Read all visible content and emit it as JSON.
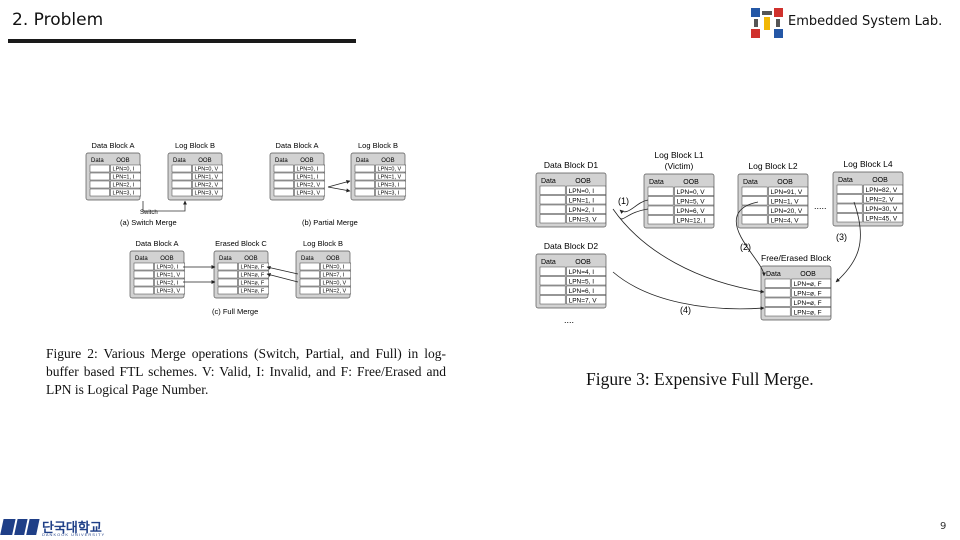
{
  "header": {
    "title": "2. Problem",
    "lab_name": "Embedded System Lab."
  },
  "figure2": {
    "caption_prefix": "Figure 2:",
    "caption_text": "Figure 2: Various Merge operations (Switch, Partial, and Full) in log-buffer based FTL schemes. V: Valid, I: Invalid, and F: Free/Erased and LPN is Logical Page Number.",
    "cols": {
      "data": "Data",
      "oob": "OOB"
    },
    "switch_merge": {
      "caption": "(a) Switch Merge",
      "arrow_label": "Switch",
      "block_a": {
        "title": "Data Block A",
        "rows": [
          "LPN=0, I",
          "LPN=1, I",
          "LPN=2, I",
          "LPN=3, I"
        ]
      },
      "block_b": {
        "title": "Log Block B",
        "rows": [
          "LPN=0, V",
          "LPN=1, V",
          "LPN=2, V",
          "LPN=3, V"
        ]
      }
    },
    "partial_merge": {
      "caption": "(b) Partial Merge",
      "block_a": {
        "title": "Data Block A",
        "rows": [
          "LPN=0, I",
          "LPN=1, I",
          "LPN=2, V",
          "LPN=3, V"
        ]
      },
      "block_b": {
        "title": "Log Block B",
        "rows": [
          "LPN=0, V",
          "LPN=1, V",
          "LPN=3, I",
          "LPN=3, I"
        ]
      }
    },
    "full_merge": {
      "caption": "(c) Full Merge",
      "block_a": {
        "title": "Data Block A",
        "rows": [
          "LPN=0, I",
          "LPN=1, V",
          "LPN=2, I",
          "LPN=3, V"
        ]
      },
      "block_c": {
        "title": "Erased Block C",
        "rows": [
          "LPN=ø, F",
          "LPN=ø, F",
          "LPN=ø, F",
          "LPN=ø, F"
        ]
      },
      "block_b": {
        "title": "Log Block B",
        "rows": [
          "LPN=0, I",
          "LPN=7, I",
          "LPN=0, V",
          "LPN=2, V"
        ]
      }
    }
  },
  "figure3": {
    "caption": "Figure 3: Expensive Full Merge.",
    "cols": {
      "data": "Data",
      "oob": "OOB"
    },
    "d1": {
      "title": "Data Block D1",
      "rows": [
        "LPN=0, I",
        "LPN=1, I",
        "LPN=2, I",
        "LPN=3, V"
      ]
    },
    "d2": {
      "title": "Data Block D2",
      "rows": [
        "LPN=4, I",
        "LPN=5, I",
        "LPN=6, I",
        "LPN=7, V"
      ]
    },
    "l1": {
      "title": "Log Block L1",
      "subtitle": "(Victim)",
      "rows": [
        "LPN=0, V",
        "LPN=5, V",
        "LPN=6, V",
        "LPN=12, I"
      ]
    },
    "l2": {
      "title": "Log Block L2",
      "rows": [
        "LPN=91, V",
        "LPN=1, V",
        "LPN=20, V",
        "LPN=4, V"
      ]
    },
    "l4": {
      "title": "Log Block L4",
      "rows": [
        "LPN=82, V",
        "LPN=2, V",
        "LPN=30, V",
        "LPN=45, V"
      ]
    },
    "free": {
      "title": "Free/Erased Block",
      "rows": [
        "LPN=ø, F",
        "LPN=ø, F",
        "LPN=ø, F",
        "LPN=ø, F"
      ]
    },
    "steps": [
      "(1)",
      "(2)",
      "(3)",
      "(4)"
    ],
    "ellipsis": "....",
    "ellipsis2": "....."
  },
  "footer": {
    "univ_name": "단국대학교",
    "univ_sub": "DANKOOK UNIVERSITY",
    "page_number": "9"
  },
  "colors": {
    "block_bg": "#d2d2d2",
    "row_bg": "#ffffff",
    "logo_red": "#d0312d",
    "logo_blue": "#2457a6",
    "logo_yellow": "#f2b705",
    "univ_blue": "#1f3f87"
  }
}
